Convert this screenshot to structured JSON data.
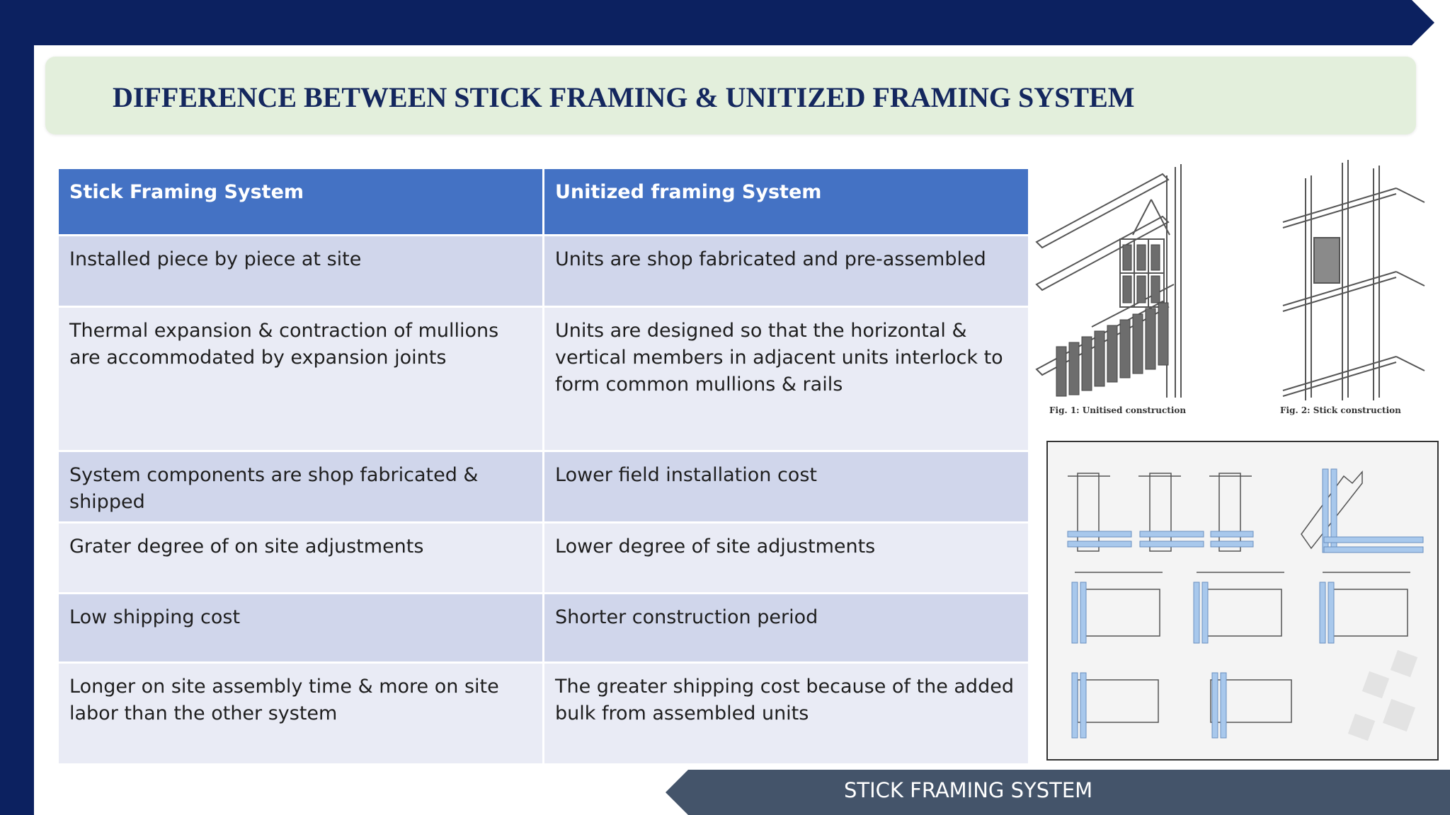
{
  "title": "DIFFERENCE BETWEEN STICK FRAMING & UNITIZED FRAMING SYSTEM",
  "table": {
    "headers": [
      "Stick Framing System",
      "Unitized framing System"
    ],
    "rows": [
      [
        "Installed piece by piece at site",
        "Units are shop fabricated and pre-assembled"
      ],
      [
        "Thermal expansion & contraction of mullions are accommodated by expansion joints",
        "Units are designed so that the horizontal & vertical members in adjacent units interlock to form common mullions & rails"
      ],
      [
        "System components are shop fabricated & shipped",
        "Lower field installation cost"
      ],
      [
        "Grater degree of on site adjustments",
        "Lower degree of site adjustments"
      ],
      [
        "Low shipping cost",
        "Shorter construction period"
      ],
      [
        "Longer on site assembly time & more on site labor than the other system",
        "The greater shipping cost because of the added bulk from assembled units"
      ]
    ]
  },
  "figures": {
    "fig1_caption": "Fig. 1: Unitised construction",
    "fig2_caption": "Fig. 2: Stick construction"
  },
  "footer": "STICK FRAMING SYSTEM",
  "colors": {
    "navy": "#0c2160",
    "header_blue": "#4472c4",
    "row_dark": "#d0d6eb",
    "row_light": "#e9ebf5",
    "title_bg": "#e3efdc",
    "footer_bg": "#44546a"
  }
}
